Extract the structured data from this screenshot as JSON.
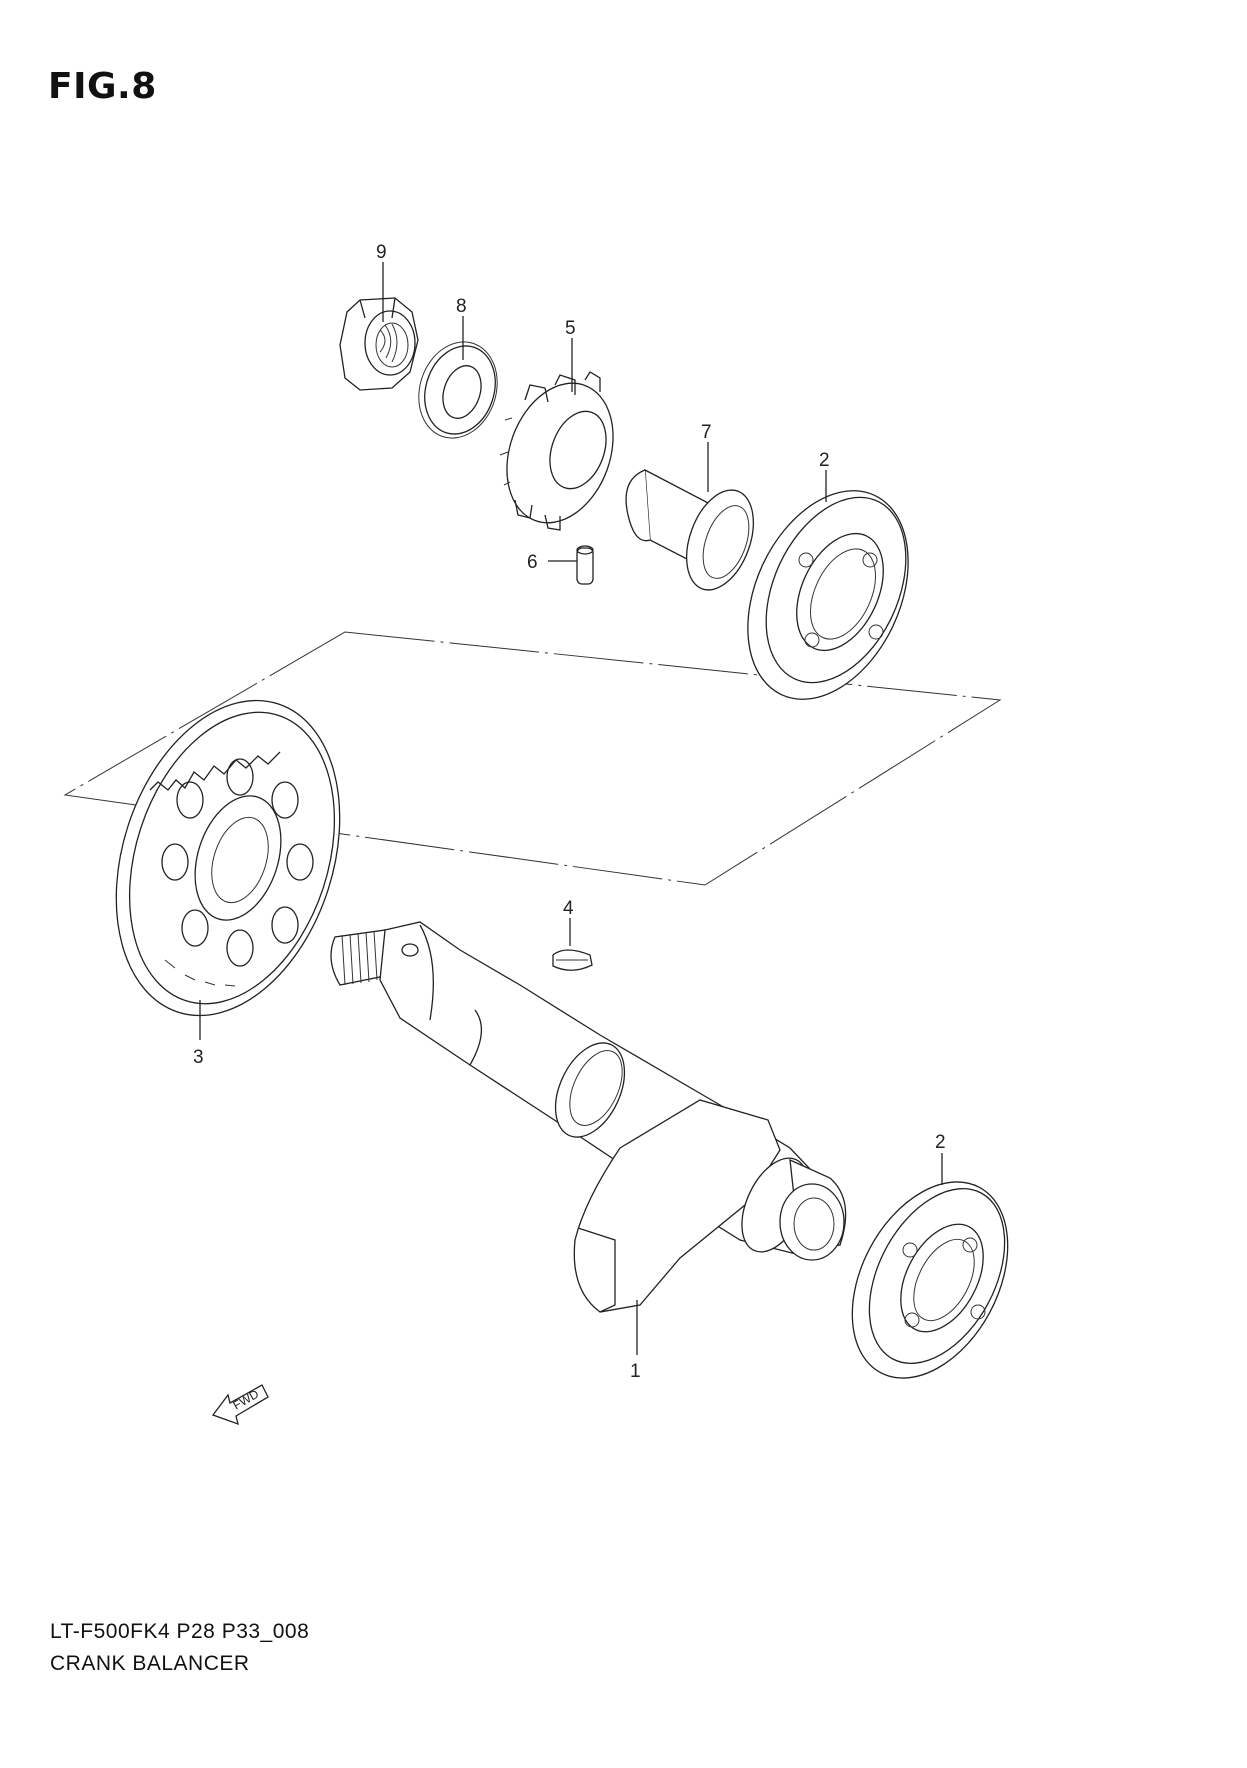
{
  "figure": {
    "title": "FIG.8",
    "code": "LT-F500FK4 P28 P33_008",
    "name": "CRANK BALANCER"
  },
  "parts": [
    {
      "ref": "9"
    },
    {
      "ref": "8"
    },
    {
      "ref": "5"
    },
    {
      "ref": "7"
    },
    {
      "ref": "2"
    },
    {
      "ref": "6"
    },
    {
      "ref": "4"
    },
    {
      "ref": "3"
    },
    {
      "ref": "2"
    },
    {
      "ref": "1"
    }
  ],
  "direction_marker": {
    "label": "FWD",
    "icon": "forward-arrow-icon"
  }
}
